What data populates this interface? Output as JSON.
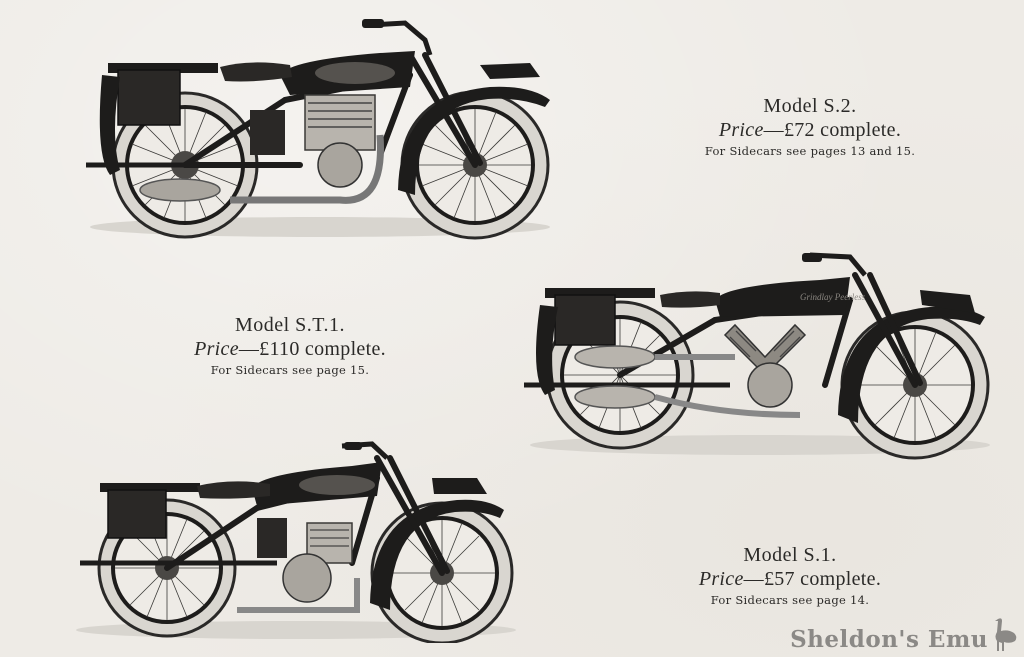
{
  "catalogue_page": {
    "models": [
      {
        "id": "s2",
        "model_label": "Model S.2.",
        "price_prefix": "Price",
        "price_value": "—£72 complete.",
        "sidecar_note": "For Sidecars see pages 13 and 15.",
        "image_alt": "Model S.2 single-cylinder motorcycle with rear pannier box"
      },
      {
        "id": "st1",
        "model_label": "Model S.T.1.",
        "price_prefix": "Price",
        "price_value": "—£110 complete.",
        "sidecar_note": "For Sidecars see page 15.",
        "image_alt": "Model S.T.1 V-twin motorcycle with twin silencers and rear pannier box"
      },
      {
        "id": "s1",
        "model_label": "Model S.1.",
        "price_prefix": "Price",
        "price_value": "—£57 complete.",
        "sidecar_note": "For Sidecars see page 14.",
        "image_alt": "Model S.1 single-cylinder motorcycle with rear pannier box"
      }
    ],
    "watermark": {
      "text": "Sheldon's Emu",
      "icon": "emu-icon",
      "color": "#8b8986"
    },
    "colors": {
      "paper": "#eeebe6",
      "ink": "#2b2a28",
      "bike_black": "#1d1c1b",
      "tyre": "#d9d6d0"
    }
  }
}
